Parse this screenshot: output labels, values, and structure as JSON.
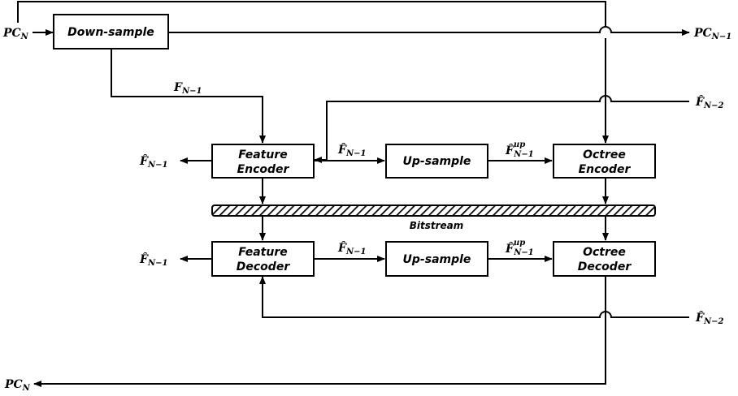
{
  "diagram": {
    "boxes": {
      "downsample": "Down-sample",
      "feature_encoder": [
        "Feature",
        "Encoder"
      ],
      "upsample_enc": "Up-sample",
      "octree_encoder": [
        "Octree",
        "Encoder"
      ],
      "feature_decoder": [
        "Feature",
        "Decoder"
      ],
      "upsample_dec": "Up-sample",
      "octree_decoder": [
        "Octree",
        "Decoder"
      ]
    },
    "bitstream_label": "Bitstream",
    "signals": {
      "pc_n": {
        "base": "PC",
        "sub": "N"
      },
      "pc_n_minus_1": {
        "base": "PC",
        "sub": "N−1"
      },
      "f_n_minus_1": {
        "base": "F",
        "sub": "N−1"
      },
      "f_hat_n_minus_2": {
        "base": "F̂",
        "sub": "N−2"
      },
      "f_hat_n_minus_1": {
        "base": "F̂",
        "sub": "N−1"
      },
      "f_hat_up_n_minus_1": {
        "base": "F̂",
        "sup": "up",
        "sub": "N−1"
      }
    }
  }
}
